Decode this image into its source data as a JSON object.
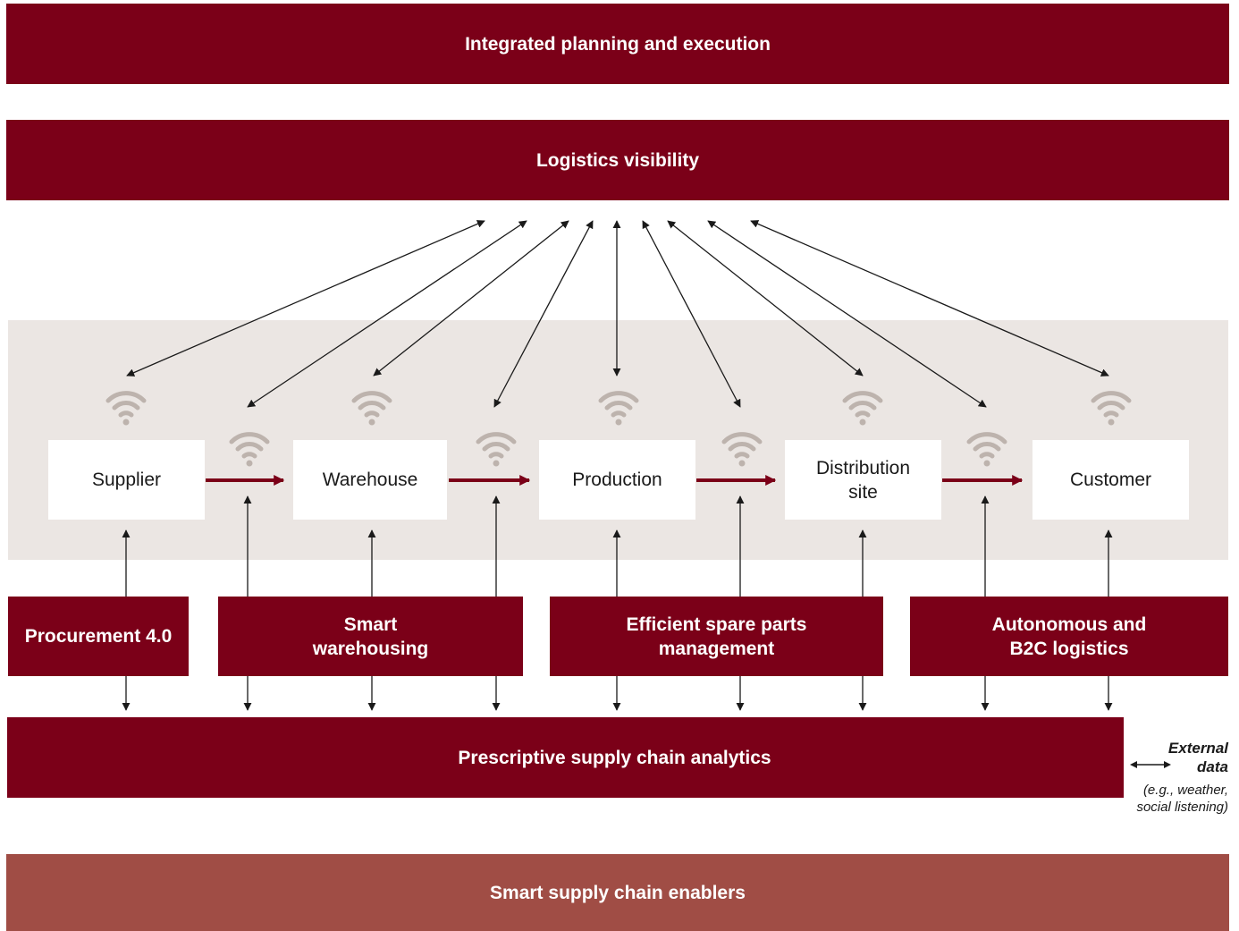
{
  "top_bars": {
    "planning": "Integrated planning and execution",
    "visibility": "Logistics visibility"
  },
  "nodes": {
    "supplier": "Supplier",
    "warehouse": "Warehouse",
    "production": "Production",
    "distribution": "Distribution site",
    "customer": "Customer"
  },
  "modules": {
    "procurement": "Procurement 4.0",
    "warehousing": "Smart warehousing",
    "spare_parts": "Efficient spare parts management",
    "autonomous": "Autonomous and B2C logistics"
  },
  "analytics": "Prescriptive supply chain analytics",
  "external": {
    "title": "External data",
    "subtitle": "(e.g., weather, social listening)"
  },
  "enablers": "Smart supply chain enablers",
  "colors": {
    "primary": "#7b0018",
    "secondary": "#a04d45",
    "band": "#ebe6e3",
    "wifi": "#bdb3ad",
    "line": "#1a1a1a"
  }
}
